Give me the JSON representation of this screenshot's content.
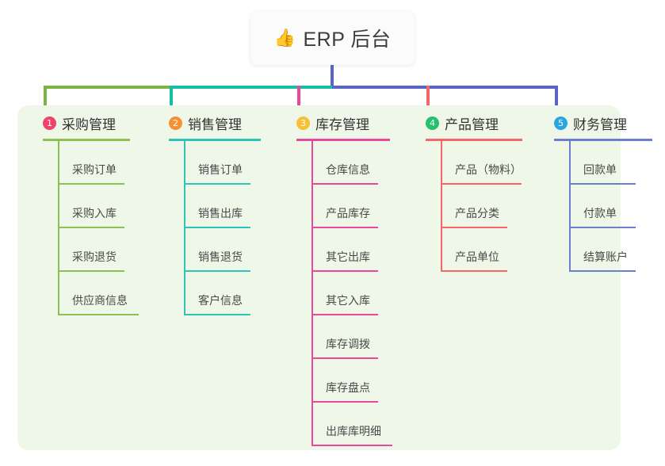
{
  "root": {
    "icon": "thumbs-up-icon",
    "emoji": "👍",
    "title": "ERP 后台"
  },
  "panel": {
    "background_color": "#eef7e8"
  },
  "connectors": {
    "trunk_color": "#5b63c4",
    "segments": [
      {
        "name": "segment-green",
        "color": "#7cb342"
      },
      {
        "name": "segment-teal",
        "color": "#14bfa6"
      },
      {
        "name": "segment-blue",
        "color": "#5b63c4"
      }
    ],
    "drops": [
      {
        "name": "drop-1",
        "color": "#7cb342"
      },
      {
        "name": "drop-2",
        "color": "#14bfa6"
      },
      {
        "name": "drop-3",
        "color": "#ec4899"
      },
      {
        "name": "drop-4",
        "color": "#f4666a"
      },
      {
        "name": "drop-5",
        "color": "#5b63c4"
      }
    ]
  },
  "columns": [
    {
      "number": "1",
      "title": "采购管理",
      "badge_color": "#ef436b",
      "line_color": "#8cc152",
      "items": [
        {
          "label": "采购订单"
        },
        {
          "label": "采购入库"
        },
        {
          "label": "采购退货"
        },
        {
          "label": "供应商信息"
        }
      ]
    },
    {
      "number": "2",
      "title": "销售管理",
      "badge_color": "#f79033",
      "line_color": "#2ec4b6",
      "items": [
        {
          "label": "销售订单"
        },
        {
          "label": "销售出库"
        },
        {
          "label": "销售退货"
        },
        {
          "label": "客户信息"
        }
      ]
    },
    {
      "number": "3",
      "title": "库存管理",
      "badge_color": "#f7c137",
      "line_color": "#e8499b",
      "items": [
        {
          "label": "仓库信息"
        },
        {
          "label": "产品库存"
        },
        {
          "label": "其它出库"
        },
        {
          "label": "其它入库"
        },
        {
          "label": "库存调拨"
        },
        {
          "label": "库存盘点"
        },
        {
          "label": "出库库明细"
        }
      ]
    },
    {
      "number": "4",
      "title": "产品管理",
      "badge_color": "#25c16f",
      "line_color": "#f4666a",
      "items": [
        {
          "label": "产品（物料）"
        },
        {
          "label": "产品分类"
        },
        {
          "label": "产品单位"
        }
      ]
    },
    {
      "number": "5",
      "title": "财务管理",
      "badge_color": "#29a6e0",
      "line_color": "#6b7ed0",
      "items": [
        {
          "label": "回款单"
        },
        {
          "label": "付款单"
        },
        {
          "label": "结算账户"
        }
      ]
    }
  ]
}
